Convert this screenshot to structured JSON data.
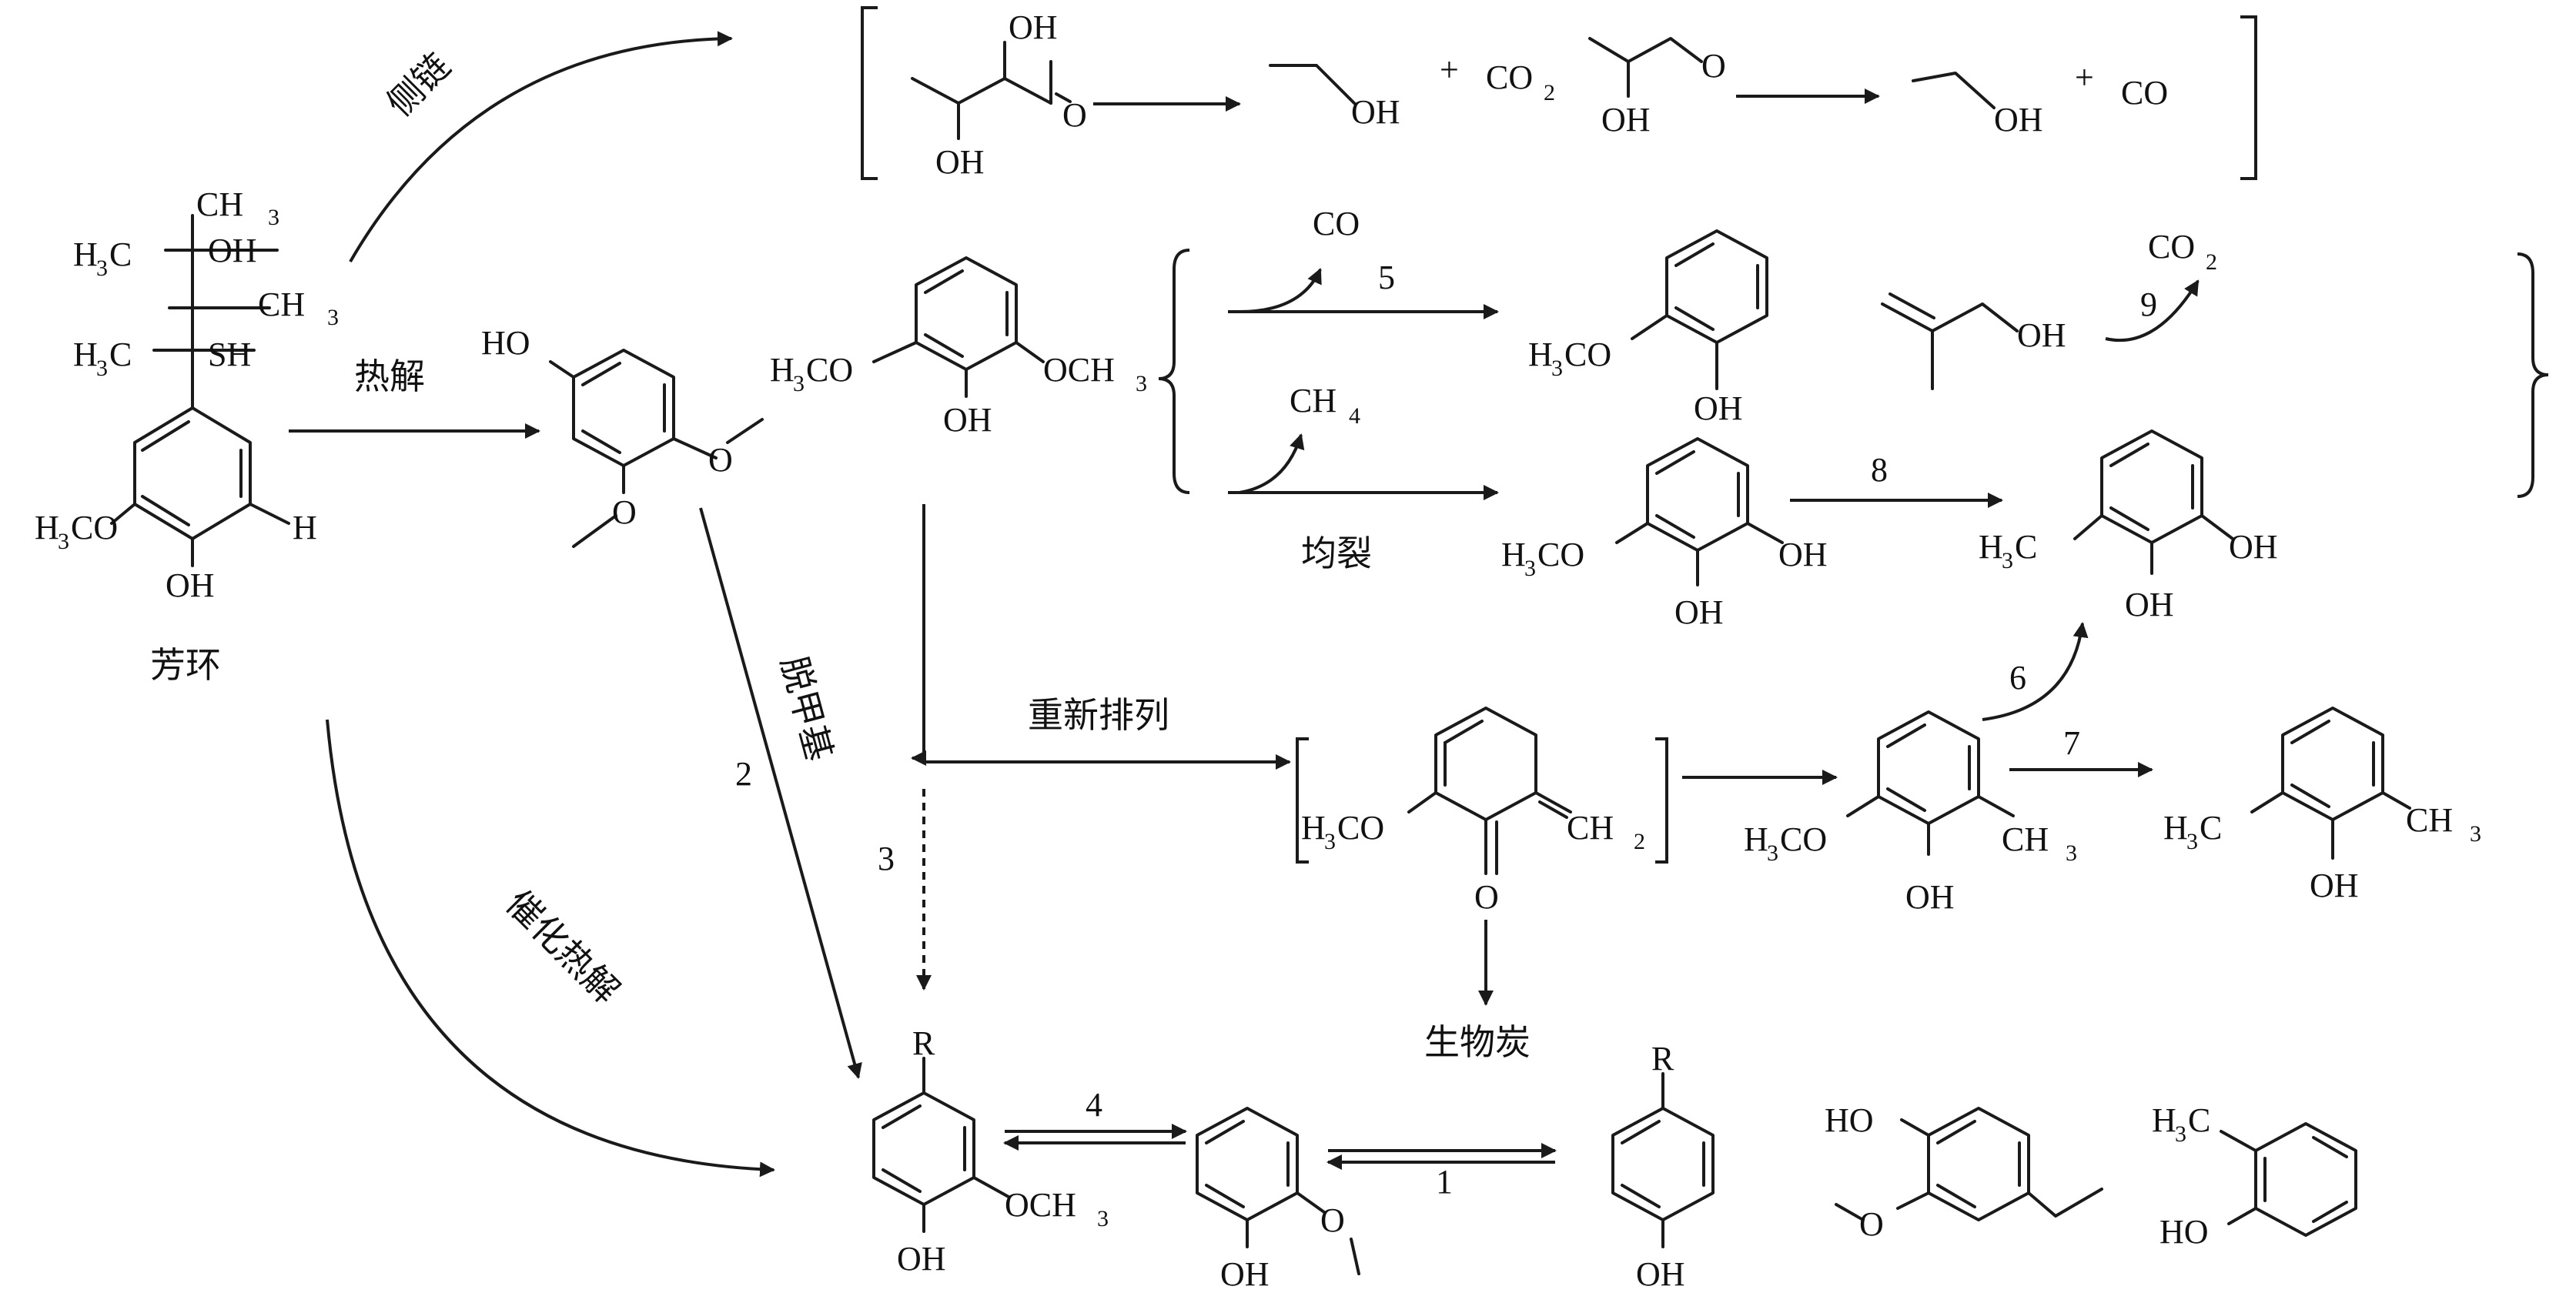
{
  "labels": {
    "side_chain": "侧链",
    "pyrolysis": "热解",
    "aromatic_ring": "芳环",
    "demethylation": "脱甲基",
    "catalytic_pyrolysis": "催化热解",
    "rearrangement": "重新排列",
    "homolysis": "均裂",
    "biochar": "生物炭"
  },
  "step_numbers": [
    "1",
    "2",
    "3",
    "4",
    "5",
    "6",
    "7",
    "8",
    "9"
  ],
  "small_molecules": {
    "co": "CO",
    "co2": "CO",
    "ch4": "CH",
    "plus": "+"
  },
  "groups": {
    "oh": "OH",
    "o": "O",
    "h3co": "H",
    "och3": "OCH",
    "ch3": "CH",
    "h3c": "H",
    "ch2": "CH",
    "sh": "SH",
    "h": "H",
    "ho": "HO",
    "r": "R"
  },
  "subscripts": {
    "two": "2",
    "three": "3",
    "four": "4"
  }
}
